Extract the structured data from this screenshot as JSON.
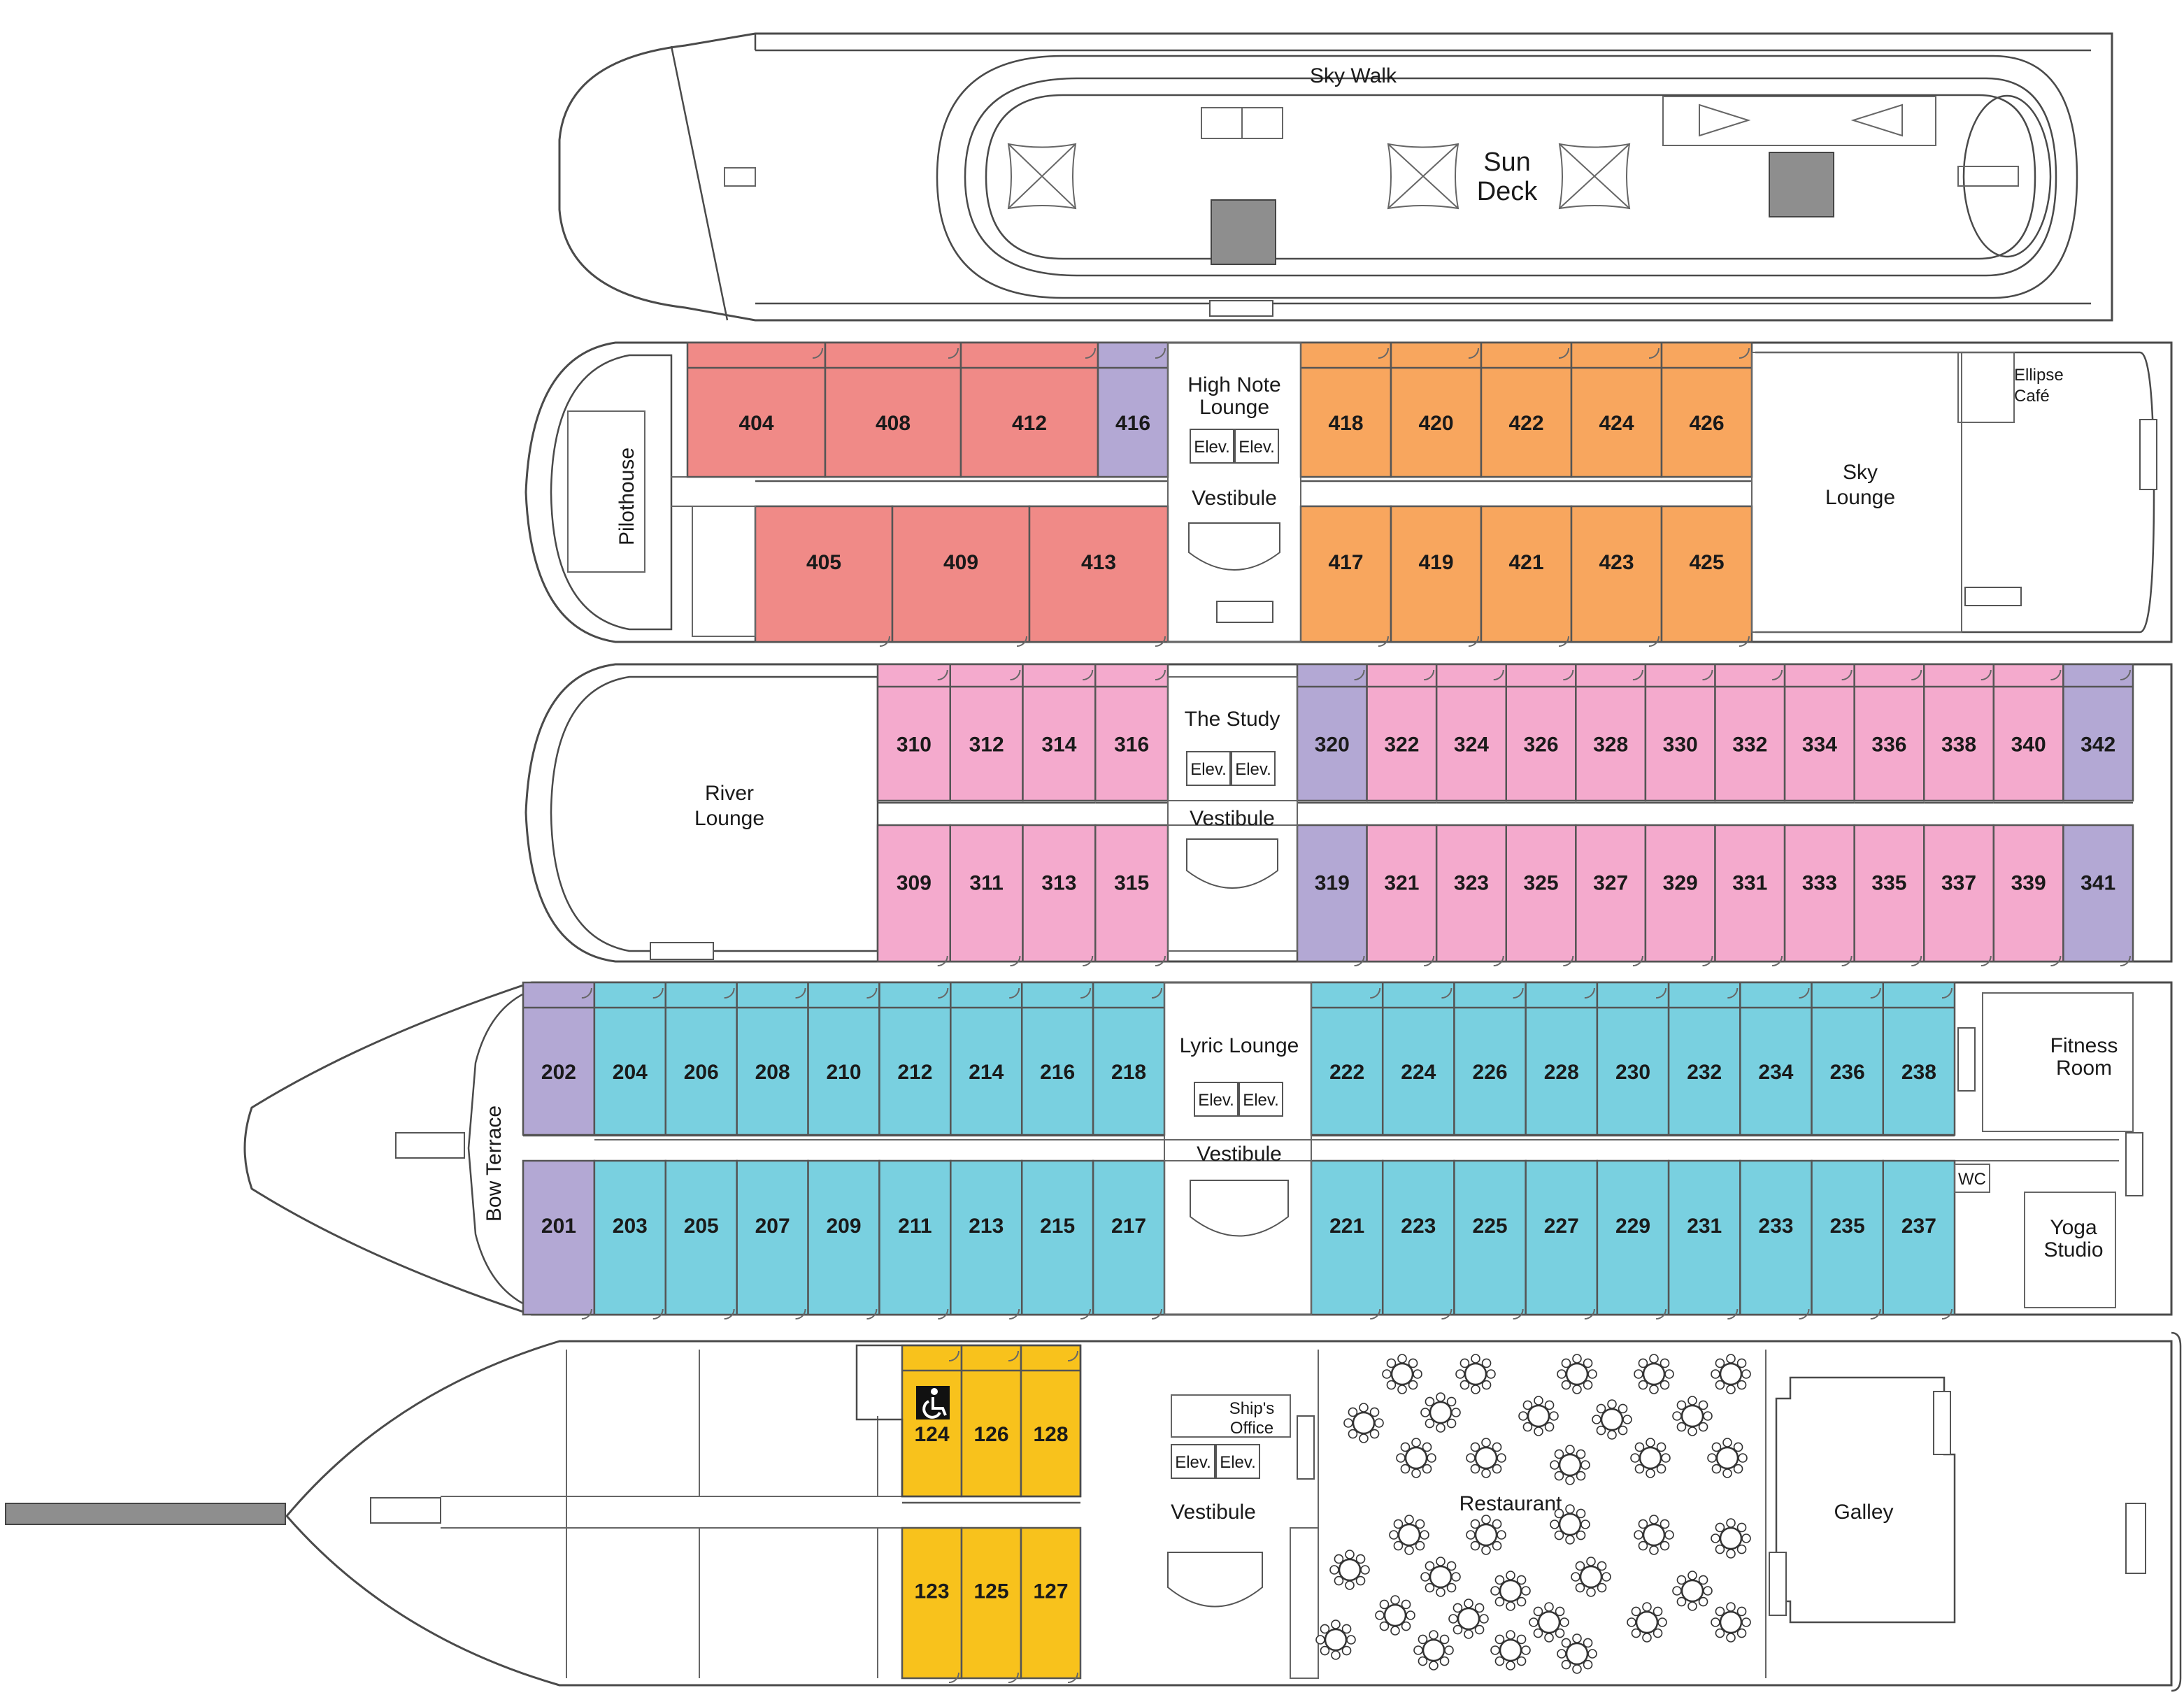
{
  "colors": {
    "red": "#f08a87",
    "purple": "#b3a8d4",
    "orange": "#f8a65e",
    "pink": "#f4aacd",
    "cyan": "#79d0e0",
    "yellow": "#f8c21c"
  },
  "sun_deck": {
    "skywalk": "Sky Walk",
    "title_line1": "Sun",
    "title_line2": "Deck"
  },
  "deck4": {
    "pilothouse": "Pilothouse",
    "high_note_line1": "High Note",
    "high_note_line2": "Lounge",
    "elev_left": "Elev.",
    "elev_right": "Elev.",
    "vestibule": "Vestibule",
    "sky_line1": "Sky",
    "sky_line2": "Lounge",
    "ellipse_line1": "Ellipse",
    "ellipse_line2": "Café",
    "top_cabins": [
      {
        "num": "404",
        "color": "red"
      },
      {
        "num": "408",
        "color": "red"
      },
      {
        "num": "412",
        "color": "red"
      },
      {
        "num": "416",
        "color": "purple"
      },
      {
        "num": "418",
        "color": "orange"
      },
      {
        "num": "420",
        "color": "orange"
      },
      {
        "num": "422",
        "color": "orange"
      },
      {
        "num": "424",
        "color": "orange"
      },
      {
        "num": "426",
        "color": "orange"
      }
    ],
    "bottom_cabins": [
      {
        "num": "405",
        "color": "red"
      },
      {
        "num": "409",
        "color": "red"
      },
      {
        "num": "413",
        "color": "red"
      },
      {
        "num": "417",
        "color": "orange"
      },
      {
        "num": "419",
        "color": "orange"
      },
      {
        "num": "421",
        "color": "orange"
      },
      {
        "num": "423",
        "color": "orange"
      },
      {
        "num": "425",
        "color": "orange"
      }
    ]
  },
  "deck3": {
    "river_line1": "River",
    "river_line2": "Lounge",
    "study": "The Study",
    "elev_left": "Elev.",
    "elev_right": "Elev.",
    "vestibule": "Vestibule",
    "top_cabins": [
      {
        "num": "310",
        "color": "pink"
      },
      {
        "num": "312",
        "color": "pink"
      },
      {
        "num": "314",
        "color": "pink"
      },
      {
        "num": "316",
        "color": "pink"
      },
      {
        "num": "320",
        "color": "purple"
      },
      {
        "num": "322",
        "color": "pink"
      },
      {
        "num": "324",
        "color": "pink"
      },
      {
        "num": "326",
        "color": "pink"
      },
      {
        "num": "328",
        "color": "pink"
      },
      {
        "num": "330",
        "color": "pink"
      },
      {
        "num": "332",
        "color": "pink"
      },
      {
        "num": "334",
        "color": "pink"
      },
      {
        "num": "336",
        "color": "pink"
      },
      {
        "num": "338",
        "color": "pink"
      },
      {
        "num": "340",
        "color": "pink"
      },
      {
        "num": "342",
        "color": "purple"
      }
    ],
    "bottom_cabins": [
      {
        "num": "309",
        "color": "pink"
      },
      {
        "num": "311",
        "color": "pink"
      },
      {
        "num": "313",
        "color": "pink"
      },
      {
        "num": "315",
        "color": "pink"
      },
      {
        "num": "319",
        "color": "purple"
      },
      {
        "num": "321",
        "color": "pink"
      },
      {
        "num": "323",
        "color": "pink"
      },
      {
        "num": "325",
        "color": "pink"
      },
      {
        "num": "327",
        "color": "pink"
      },
      {
        "num": "329",
        "color": "pink"
      },
      {
        "num": "331",
        "color": "pink"
      },
      {
        "num": "333",
        "color": "pink"
      },
      {
        "num": "335",
        "color": "pink"
      },
      {
        "num": "337",
        "color": "pink"
      },
      {
        "num": "339",
        "color": "pink"
      },
      {
        "num": "341",
        "color": "purple"
      }
    ]
  },
  "deck2": {
    "bow_terrace": "Bow Terrace",
    "lyric": "Lyric Lounge",
    "elev_left": "Elev.",
    "elev_right": "Elev.",
    "vestibule": "Vestibule",
    "fitness_line1": "Fitness",
    "fitness_line2": "Room",
    "wc": "WC",
    "yoga_line1": "Yoga",
    "yoga_line2": "Studio",
    "top_cabins": [
      {
        "num": "202",
        "color": "purple"
      },
      {
        "num": "204",
        "color": "cyan"
      },
      {
        "num": "206",
        "color": "cyan"
      },
      {
        "num": "208",
        "color": "cyan"
      },
      {
        "num": "210",
        "color": "cyan"
      },
      {
        "num": "212",
        "color": "cyan"
      },
      {
        "num": "214",
        "color": "cyan"
      },
      {
        "num": "216",
        "color": "cyan"
      },
      {
        "num": "218",
        "color": "cyan"
      },
      {
        "num": "222",
        "color": "cyan"
      },
      {
        "num": "224",
        "color": "cyan"
      },
      {
        "num": "226",
        "color": "cyan"
      },
      {
        "num": "228",
        "color": "cyan"
      },
      {
        "num": "230",
        "color": "cyan"
      },
      {
        "num": "232",
        "color": "cyan"
      },
      {
        "num": "234",
        "color": "cyan"
      },
      {
        "num": "236",
        "color": "cyan"
      },
      {
        "num": "238",
        "color": "cyan"
      }
    ],
    "bottom_cabins": [
      {
        "num": "201",
        "color": "purple"
      },
      {
        "num": "203",
        "color": "cyan"
      },
      {
        "num": "205",
        "color": "cyan"
      },
      {
        "num": "207",
        "color": "cyan"
      },
      {
        "num": "209",
        "color": "cyan"
      },
      {
        "num": "211",
        "color": "cyan"
      },
      {
        "num": "213",
        "color": "cyan"
      },
      {
        "num": "215",
        "color": "cyan"
      },
      {
        "num": "217",
        "color": "cyan"
      },
      {
        "num": "221",
        "color": "cyan"
      },
      {
        "num": "223",
        "color": "cyan"
      },
      {
        "num": "225",
        "color": "cyan"
      },
      {
        "num": "227",
        "color": "cyan"
      },
      {
        "num": "229",
        "color": "cyan"
      },
      {
        "num": "231",
        "color": "cyan"
      },
      {
        "num": "233",
        "color": "cyan"
      },
      {
        "num": "235",
        "color": "cyan"
      },
      {
        "num": "237",
        "color": "cyan"
      }
    ]
  },
  "deck1": {
    "office_line1": "Ship's",
    "office_line2": "Office",
    "elev_left": "Elev.",
    "elev_right": "Elev.",
    "vestibule": "Vestibule",
    "restaurant": "Restaurant",
    "galley": "Galley",
    "accessible_icon": "wheelchair-icon",
    "top_cabins": [
      {
        "num": "124",
        "color": "yellow"
      },
      {
        "num": "126",
        "color": "yellow"
      },
      {
        "num": "128",
        "color": "yellow"
      }
    ],
    "bottom_cabins": [
      {
        "num": "123",
        "color": "yellow"
      },
      {
        "num": "125",
        "color": "yellow"
      },
      {
        "num": "127",
        "color": "yellow"
      }
    ]
  }
}
